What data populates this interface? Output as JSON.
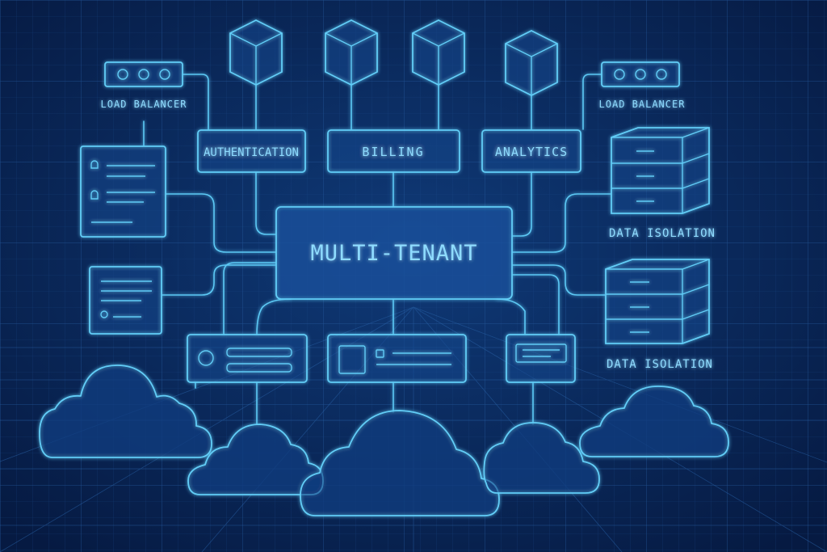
{
  "diagram": {
    "center_label": "MULTI-TENANT",
    "services": [
      {
        "id": "auth",
        "label": "AUTHENTICATION"
      },
      {
        "id": "billing",
        "label": "BILLING"
      },
      {
        "id": "analytics",
        "label": "ANALYTICS"
      }
    ],
    "load_balancers": [
      {
        "id": "lb-left",
        "label": "LOAD BALANCER"
      },
      {
        "id": "lb-right",
        "label": "LOAD BALANCER"
      }
    ],
    "data_isolation": [
      {
        "id": "db-top",
        "label": "DATA ISOLATION"
      },
      {
        "id": "db-bottom",
        "label": "DATA ISOLATION"
      }
    ],
    "colors": {
      "background": "#0a2a5e",
      "line": "#5cc9f5",
      "text": "#8fdcff"
    }
  }
}
